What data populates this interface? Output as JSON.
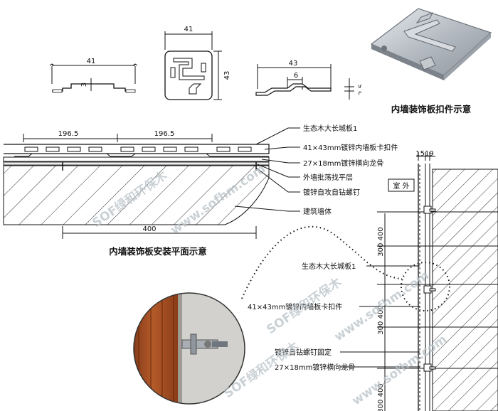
{
  "clip_views": {
    "front": {
      "width": "41",
      "thickness": "3"
    },
    "top": {
      "width": "41",
      "height": "43"
    },
    "side": {
      "width": "43",
      "inner": "6",
      "thickness": "2.5"
    }
  },
  "photo_caption": "内墙装饰板扣件示意",
  "plan": {
    "dim_left": "196.5",
    "dim_right": "196.5",
    "dim_bottom": "400",
    "caption": "内墙装饰板安装平面示意",
    "labels": [
      "生态木大长城板1",
      "41×43mm镀锌内墙板卡扣件",
      "27×18mm镀锌横向龙骨",
      "外墙批荡找平层",
      "镀锌自攻自钻螺钉",
      "建筑墙体"
    ]
  },
  "section": {
    "outside_label": "室 外",
    "dim_top": "1519",
    "spacing_labels": [
      "300 400",
      "300 400",
      "300 400"
    ],
    "labels": [
      "生态木大长城板1",
      "41×43mm镀锌内墙板卡扣件",
      "镀锌自钻螺钉固定",
      "27×18mm镀锌横向龙骨"
    ]
  },
  "watermarks": [
    "SOF绿和环保木",
    "www.sofhm.com",
    "SOF绿和环保木",
    "www.sofhm.com",
    "SOF绿和环保木",
    "www.sofhm.com"
  ]
}
